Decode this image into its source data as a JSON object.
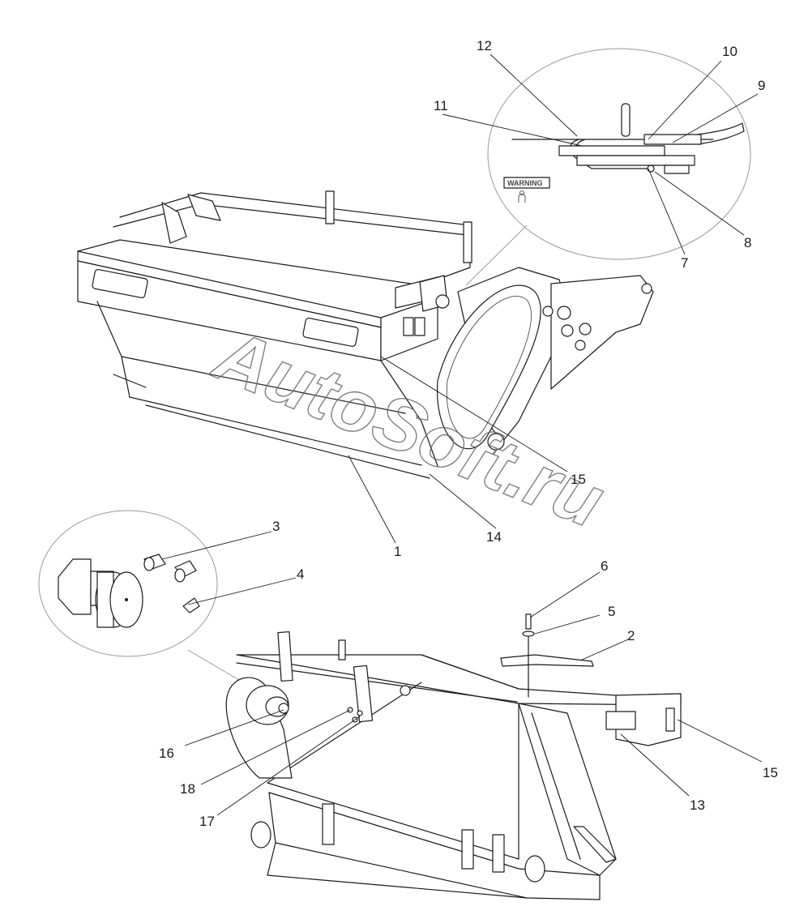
{
  "watermark": "AutoSoft.ru",
  "warning_label": "WARNING",
  "callouts": {
    "c1": "1",
    "c2": "2",
    "c3": "3",
    "c4": "4",
    "c5": "5",
    "c6": "6",
    "c7": "7",
    "c8": "8",
    "c9": "9",
    "c10": "10",
    "c11": "11",
    "c12": "12",
    "c13": "13",
    "c14": "14",
    "c15a": "15",
    "c15b": "15",
    "c16": "16",
    "c17": "17",
    "c18": "18"
  }
}
